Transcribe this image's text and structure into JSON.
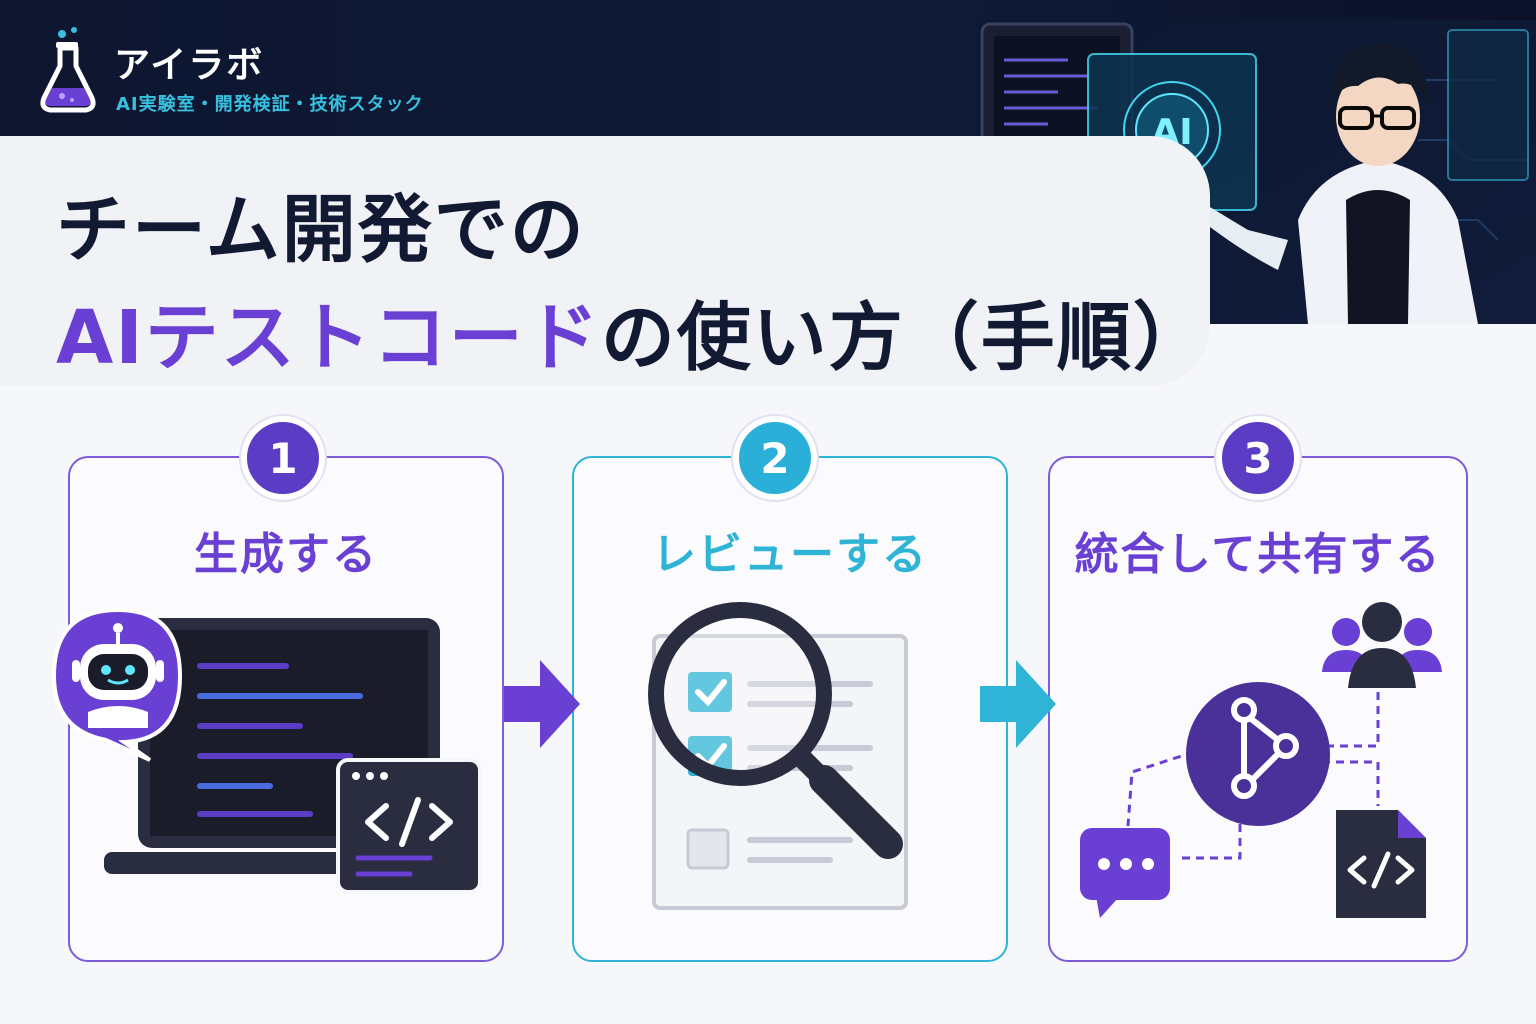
{
  "brand": {
    "name": "アイラボ",
    "tagline": "AI実験室・開発検証・技術スタック"
  },
  "title": {
    "line1": "チーム開発での",
    "line2_accent": "AIテストコード",
    "line2_rest": "の使い方（手順）"
  },
  "hero": {
    "badge_text": "AI"
  },
  "steps": [
    {
      "number": "1",
      "label": "生成する",
      "color": "#6a3fd4"
    },
    {
      "number": "2",
      "label": "レビューする",
      "color": "#2fb4d6"
    },
    {
      "number": "3",
      "label": "統合して共有する",
      "color": "#6a3fd4"
    }
  ],
  "icons": {
    "logo": "flask-icon",
    "step1": [
      "robot-icon",
      "laptop-icon",
      "code-window-icon"
    ],
    "step2": [
      "checklist-icon",
      "magnifier-icon"
    ],
    "step3": [
      "team-icon",
      "git-branch-icon",
      "chat-icon",
      "code-file-icon"
    ],
    "arrows": [
      "arrow-right-icon",
      "arrow-right-icon"
    ]
  },
  "colors": {
    "purple": "#6a3fd4",
    "cyan": "#2fb4d6",
    "navy": "#121a33"
  }
}
